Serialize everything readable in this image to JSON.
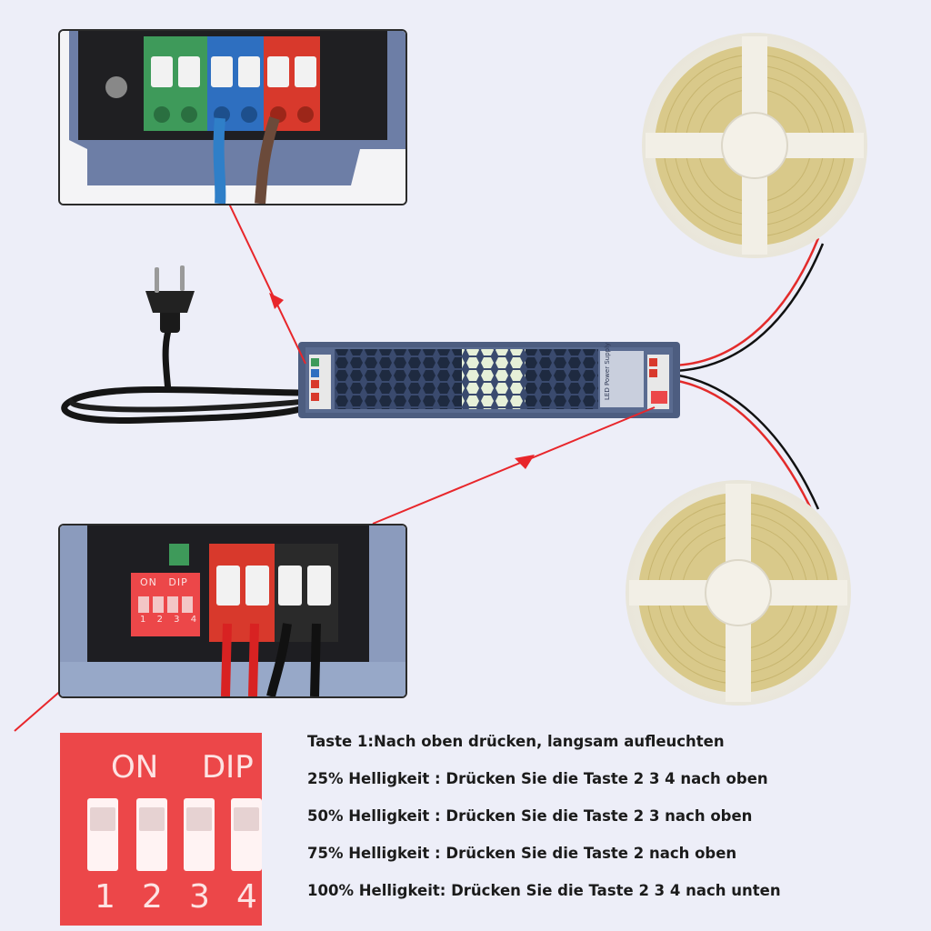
{
  "instructions": [
    "Taste 1:Nach oben drücken, langsam aufleuchten",
    "25% Helligkeit  : Drücken Sie die Taste 2 3 4 nach oben",
    "50% Helligkeit  : Drücken Sie die Taste 2 3 nach oben",
    "75% Helligkeit  : Drücken Sie die Taste 2 nach oben",
    "100% Helligkeit: Drücken Sie die Taste 2 3 4 nach unten"
  ],
  "dip_switch": {
    "on_label": "ON",
    "dip_label": "DIP",
    "switch_numbers": [
      "1",
      "2",
      "3",
      "4"
    ]
  },
  "power_supply": {
    "label": "LED Power Supply"
  },
  "colors": {
    "background": "#edeef8",
    "pointer_line": "#e8262b",
    "dip_red": "#ec4749",
    "terminal_green": "#3e9a5a",
    "terminal_blue": "#2e6fc0",
    "terminal_red": "#d8392c",
    "led_strip_yellow": "#d9c98a"
  }
}
